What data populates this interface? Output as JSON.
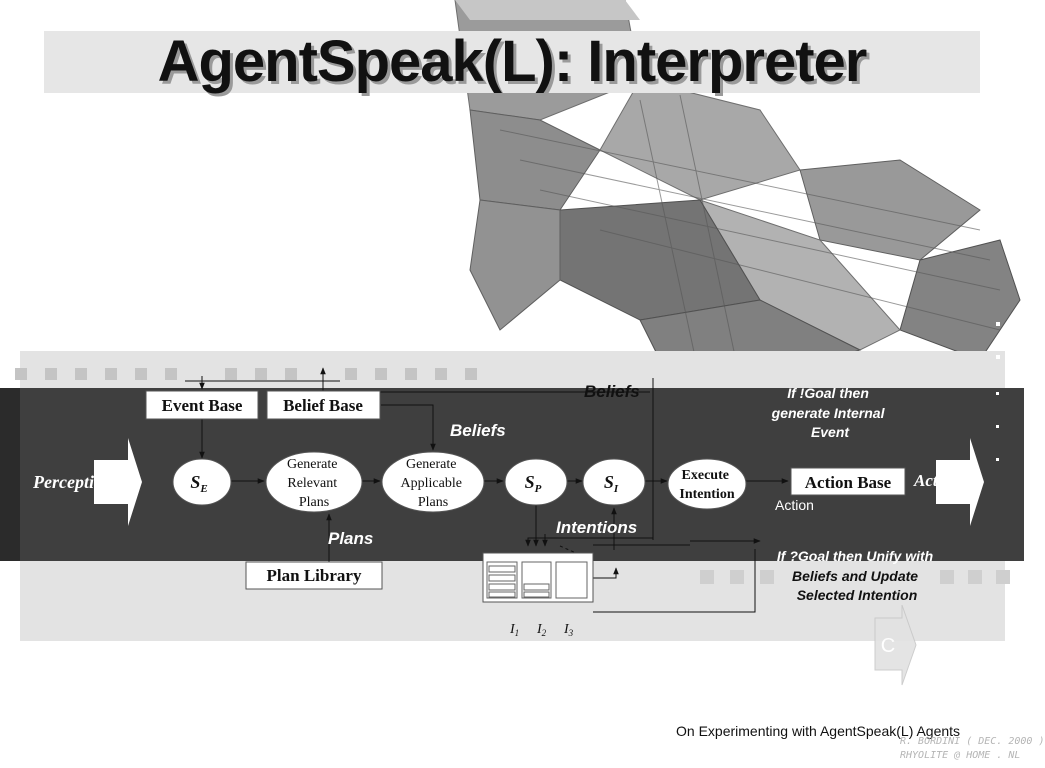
{
  "slide": {
    "title": "AgentSpeak(L): Interpreter",
    "footer": "On Experimenting with AgentSpeak(L) Agents",
    "credit_lines": [
      "R. BORDINI ( DEC. 2000 )",
      "RHYOLITE @ HOME . NL"
    ]
  },
  "diagram": {
    "boxes": {
      "event_base": "Event Base",
      "belief_base": "Belief Base",
      "plan_library": "Plan Library",
      "action_base": "Action Base"
    },
    "nodes": {
      "se": {
        "base": "S",
        "sub": "E"
      },
      "sp": {
        "base": "S",
        "sub": "P"
      },
      "si": {
        "base": "S",
        "sub": "I"
      },
      "generate_relevant": [
        "Generate",
        "Relevant",
        "Plans"
      ],
      "generate_applicable": [
        "Generate",
        "Applicable",
        "Plans"
      ],
      "execute_intention": [
        "Execute",
        "Intention"
      ]
    },
    "arrows": {
      "perception": "Perception",
      "action": "Action"
    },
    "labels": {
      "beliefs_top": "Beliefs",
      "beliefs_mid": "Beliefs",
      "plans": "Plans",
      "intentions": "Intentions",
      "action_small": "Action",
      "goal_internal": [
        "If !Goal then",
        "generate Internal",
        "Event"
      ],
      "goal_unify": [
        "If ?Goal then Unify with",
        "Beliefs and Update",
        "Selected Intention"
      ]
    },
    "intention_labels": [
      {
        "base": "I",
        "sub": "1"
      },
      {
        "base": "I",
        "sub": "2"
      },
      {
        "base": "I",
        "sub": "3"
      }
    ],
    "colors": {
      "band": "#3f3f3f",
      "panel": "#e0e0e0",
      "box_fill": "#ffffff",
      "text": "#111111"
    }
  }
}
